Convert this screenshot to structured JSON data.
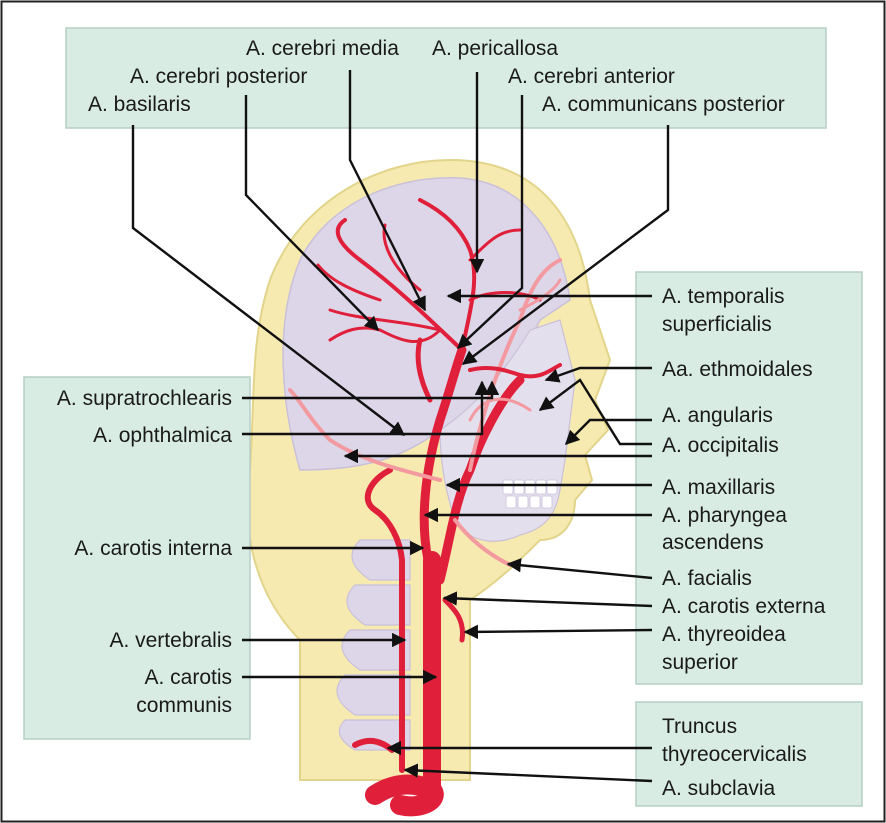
{
  "colors": {
    "label_box": "#d8ece4",
    "skin": "#f6eab0",
    "brain": "#ddd6e8",
    "artery": "#e0203a",
    "leader": "#111111",
    "frame": "#222222"
  },
  "labels": {
    "cerebri_media": "A. cerebri media",
    "pericallosa": "A. pericallosa",
    "cerebri_posterior": "A. cerebri posterior",
    "cerebri_anterior": "A. cerebri anterior",
    "basilaris": "A. basilaris",
    "communicans_posterior": "A. communicans posterior",
    "temporalis_superficialis_1": "A. temporalis",
    "temporalis_superficialis_2": "superficialis",
    "ethmoidales": "Aa. ethmoidales",
    "angularis": "A. angularis",
    "occipitalis": "A. occipitalis",
    "maxillaris": "A. maxillaris",
    "pharyngea_ascendens_1": "A. pharyngea",
    "pharyngea_ascendens_2": "ascendens",
    "facialis": "A. facialis",
    "carotis_externa": "A. carotis externa",
    "thyreoidea_superior_1": "A. thyreoidea",
    "thyreoidea_superior_2": "superior",
    "supratrochlearis": "A. supratrochlearis",
    "ophthalmica": "A. ophthalmica",
    "carotis_interna": "A. carotis interna",
    "vertebralis": "A. vertebralis",
    "carotis_communis_1": "A. carotis",
    "carotis_communis_2": "communis",
    "truncus_thyreocervicalis_1": "Truncus",
    "truncus_thyreocervicalis_2": "thyreocervicalis",
    "subclavia": "A. subclavia"
  }
}
